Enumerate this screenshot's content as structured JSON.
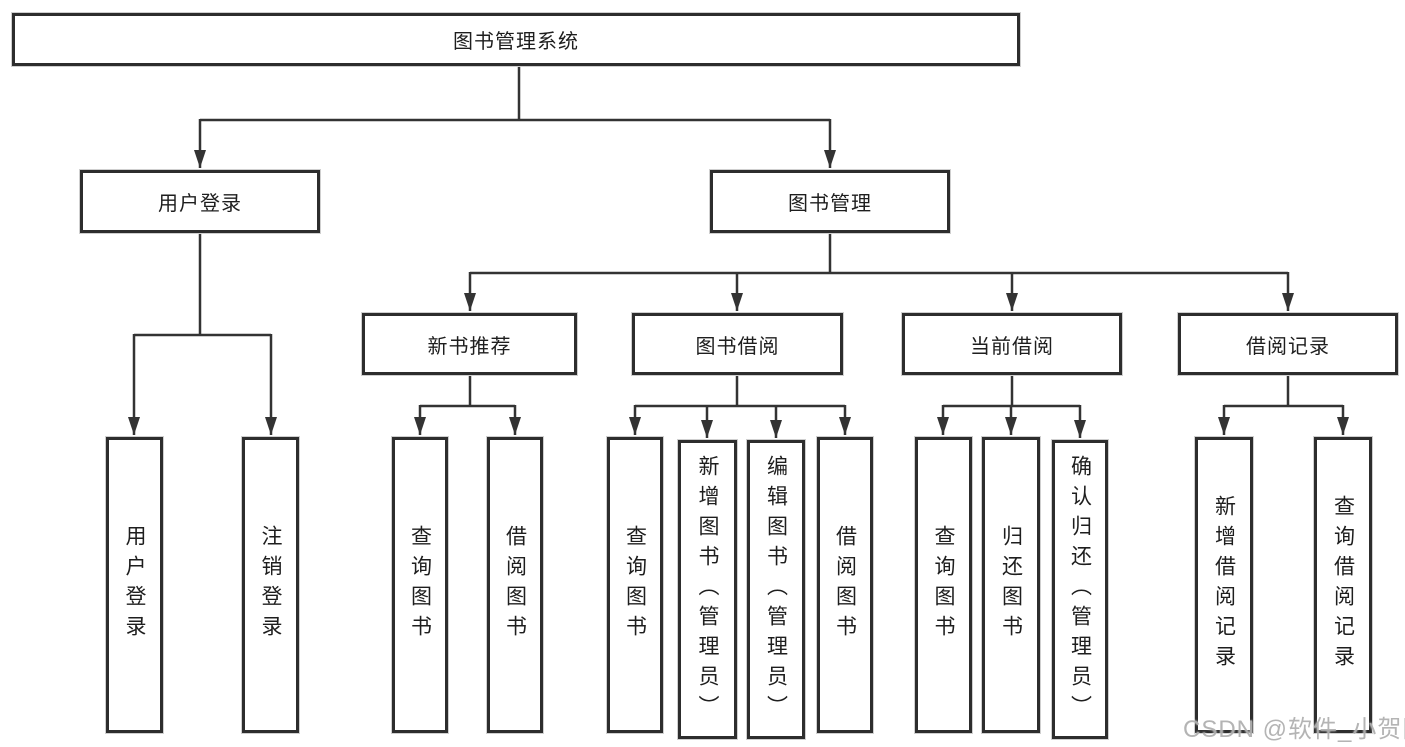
{
  "diagram": {
    "root": {
      "label": "图书管理系统"
    },
    "branches": [
      {
        "label": "用户登录",
        "children": [
          {
            "label": "用户登录"
          },
          {
            "label": "注销登录"
          }
        ]
      },
      {
        "label": "图书管理",
        "children": [
          {
            "label": "新书推荐",
            "children": [
              {
                "label": "查询图书"
              },
              {
                "label": "借阅图书"
              }
            ]
          },
          {
            "label": "图书借阅",
            "children": [
              {
                "label": "查询图书"
              },
              {
                "label": "新增图书（管理员）"
              },
              {
                "label": "编辑图书（管理员）"
              },
              {
                "label": "借阅图书"
              }
            ]
          },
          {
            "label": "当前借阅",
            "children": [
              {
                "label": "查询图书"
              },
              {
                "label": "归还图书"
              },
              {
                "label": "确认归还（管理员）"
              }
            ]
          },
          {
            "label": "借阅记录",
            "children": [
              {
                "label": "新增借阅记录"
              },
              {
                "label": "查询借阅记录"
              }
            ]
          }
        ]
      }
    ]
  },
  "watermark": {
    "text": "CSDN @软件_小贺同学"
  },
  "colors": {
    "line": "#333333",
    "box-border": "#2d2d2d",
    "text": "#1e1e1e",
    "watermark": "#b0b0b0",
    "background": "#ffffff"
  }
}
